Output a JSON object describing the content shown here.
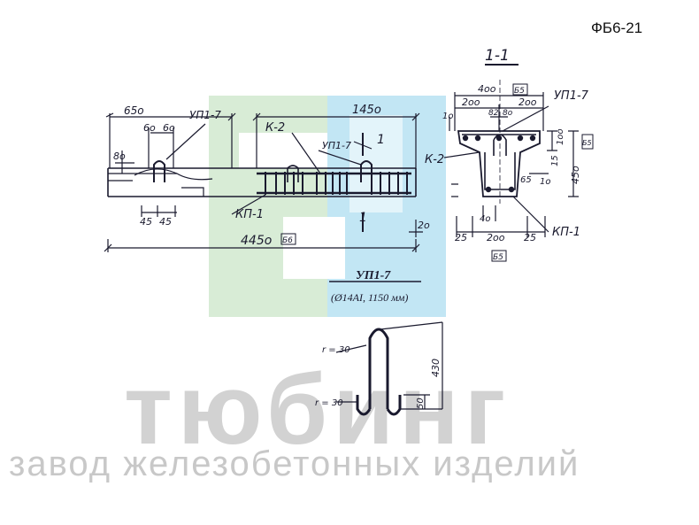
{
  "doc_code": "ФБ6-21",
  "watermark": {
    "brand": "тюбинг",
    "subtitle": "завод железобетонных изделий"
  },
  "elevation": {
    "dim_650": "65o",
    "dim_1450": "145o",
    "dim_60a": "6o",
    "dim_60b": "6o",
    "dim_80": "8o",
    "dim_45a": "45",
    "dim_45b": "45",
    "dim_20": "2o",
    "dim_4450": "445o",
    "tag_b6": "Б6",
    "label_up17": "УП1-7",
    "label_k2": "К-2",
    "label_up17_sec": "УП1-7",
    "label_kp1": "КП-1",
    "section_mark_1": "1",
    "section_mark_2": "1"
  },
  "section": {
    "title": "1-1",
    "dim_400": "4oo",
    "tag_b5_top": "Б5",
    "dim_200a": "2oo",
    "dim_200b": "2oo",
    "dim_82": "82",
    "dim_80": "8o",
    "dim_10a": "1o",
    "dim_100": "1oo",
    "dim_150": "15",
    "dim_450": "45o",
    "tag_b5_side": "Б5",
    "dim_65": "65",
    "dim_10b": "1o",
    "dim_40": "4o",
    "dim_25a": "25",
    "dim_200c": "2oo",
    "dim_25b": "25",
    "tag_b5_bottom": "Б5",
    "label_up17": "УП1-7",
    "label_k2": "К-2",
    "label_kp1": "КП-1"
  },
  "detail": {
    "title": "УП1-7",
    "spec": "(Ø14AI, 1150 мм)",
    "radius_top": "r = 30",
    "radius_bottom": "r = 30",
    "dim_430": "430",
    "dim_50": "50"
  },
  "colors": {
    "ink": "#1a1a2e",
    "watermark_green": "#d8ecd6",
    "watermark_blue": "#c2e6f4",
    "watermark_gray": "#d2d2d2"
  }
}
